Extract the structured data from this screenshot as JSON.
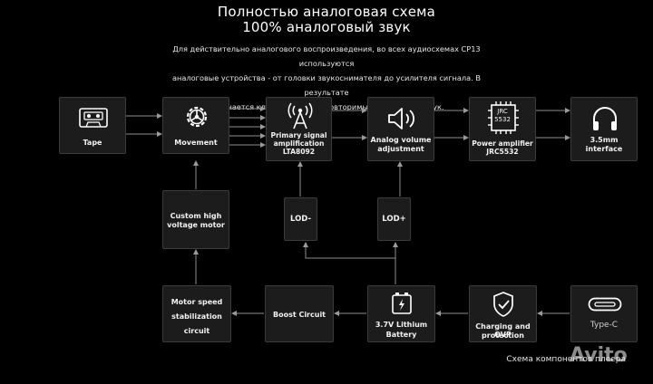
{
  "header": {
    "title_line1": "Полностью аналоговая схема",
    "title_line2": "100% аналоговый звук",
    "description_line1": "Для действительно аналогового воспроизведения, во всех аудиосхемах CP13 используются",
    "description_line2": "аналоговые устройства - от головки звукоснимателя до усилителя сигнала. В результате",
    "description_line3": "получается классический, неповторимый аналоговый звук."
  },
  "nodes": {
    "tape": {
      "label": "Tape",
      "icon": "cassette-icon"
    },
    "movement": {
      "label": "Movement",
      "icon": "gear-icon"
    },
    "primary": {
      "label1": "Primary signal",
      "label2": "amplification",
      "label3": "LTA8092",
      "icon": "antenna-icon"
    },
    "volume": {
      "label1": "Analog volume",
      "label2": "adjustment",
      "icon": "speaker-icon"
    },
    "power": {
      "label1": "Power amplifier",
      "label2": "JRC5532",
      "chip_text1": "JRC",
      "chip_text2": "5532",
      "icon": "chip-icon"
    },
    "interface": {
      "label1": "3.5mm",
      "label2": "interface",
      "icon": "headphones-icon"
    },
    "motor": {
      "label1": "Custom high",
      "label2": "voltage motor"
    },
    "lod_minus": {
      "label": "LOD-"
    },
    "lod_plus": {
      "label": "LOD+"
    },
    "speed": {
      "label1": "Motor speed",
      "label2": "stabilization",
      "label3": "circuit"
    },
    "boost": {
      "label": "Boost Circuit"
    },
    "battery": {
      "label1": "3.7V Lithium",
      "label2": "Battery",
      "icon": "battery-icon"
    },
    "charging": {
      "label1": "Charging and OVP",
      "label2": "protection",
      "icon": "shield-check-icon"
    },
    "typec": {
      "label": "Type-C",
      "icon": "usb-c-icon"
    }
  },
  "footer": {
    "caption": "Схема компонентов плеера",
    "watermark": "Avito"
  },
  "colors": {
    "background": "#000000",
    "box": "#1c1c1c",
    "line": "#9a9a9a",
    "text": "#ffffff"
  }
}
